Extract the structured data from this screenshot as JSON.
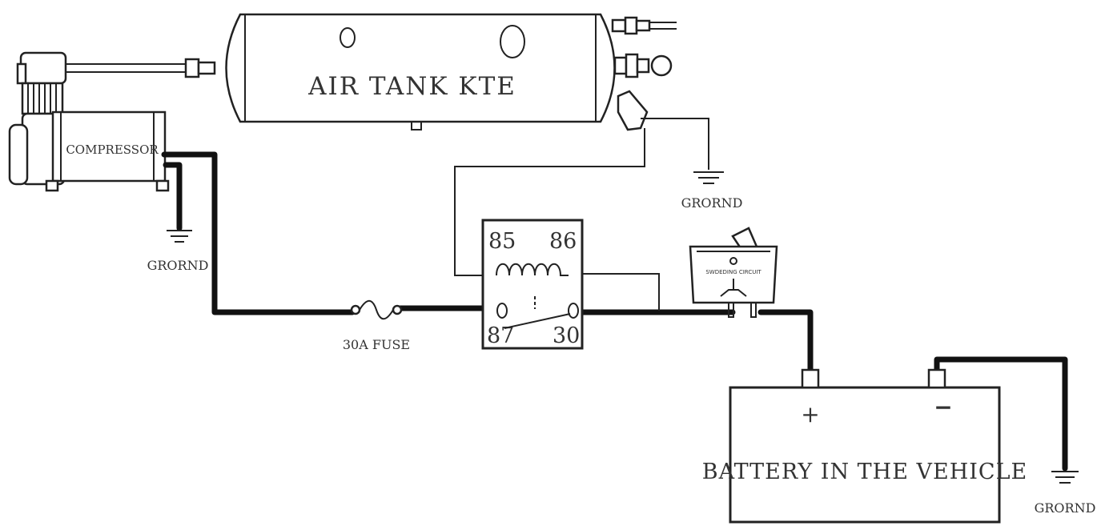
{
  "labels": {
    "air_tank": "AIR TANK KTE",
    "compressor": "COMPRESSOR",
    "ground_compressor": "GRORND",
    "ground_tank": "GRORND",
    "ground_battery": "GRORND",
    "fuse": "30A FUSE",
    "relay_pin_85": "85",
    "relay_pin_86": "86",
    "relay_pin_87": "87",
    "relay_pin_30": "30",
    "switch": "SWDEDING CIRCUIT",
    "battery": "BATTERY IN THE VEHICLE",
    "battery_positive": "+",
    "battery_negative": "−"
  }
}
